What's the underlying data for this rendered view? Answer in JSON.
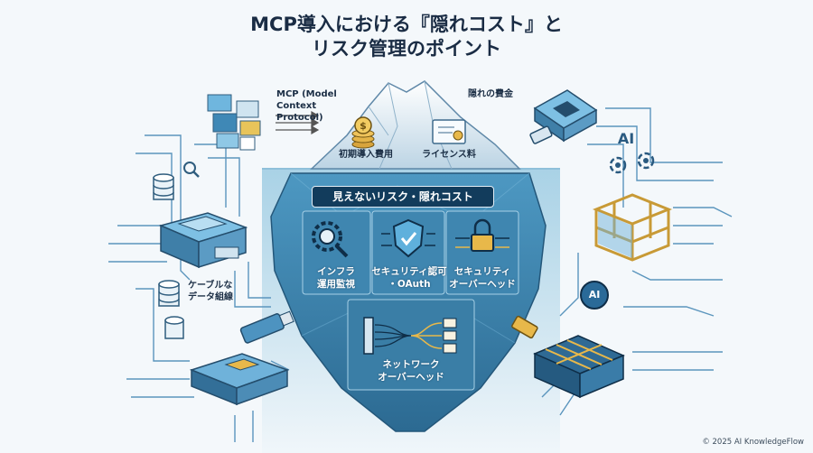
{
  "title": {
    "line1": "MCP導入における『隠れコスト』と",
    "line2": "リスク管理のポイント"
  },
  "labels": {
    "mcp": "MCP (Model\nContext Protocol)",
    "hidden_cost": "隠れの費金",
    "initial_cost": "初期導入費用",
    "license_fee": "ライセンス料",
    "cable_data": "ケーブルな\nデータ組線",
    "ai_top": "AI",
    "ai_chip": "AI"
  },
  "underwater": {
    "banner": "見えないリスク・隠れコスト",
    "items": [
      {
        "label": "インフラ\n運用監視",
        "icon": "gear-magnifier-icon"
      },
      {
        "label": "セキュリティ認可\n・OAuth",
        "icon": "shield-check-icon"
      },
      {
        "label": "セキュリティ\nオーバーヘッド",
        "icon": "lock-circuit-icon"
      },
      {
        "label": "ネットワーク\nオーバーヘッド",
        "icon": "network-routing-icon"
      }
    ]
  },
  "icons": {
    "coin": "coin-stack-icon",
    "certificate": "certificate-icon"
  },
  "colors": {
    "water": "#4f94b8",
    "ice_top": "#dbe9f2",
    "banner": "#123c5c",
    "circuit": "#4a86b0"
  },
  "footer": {
    "copyright": "© 2025 AI KnowledgeFlow"
  }
}
